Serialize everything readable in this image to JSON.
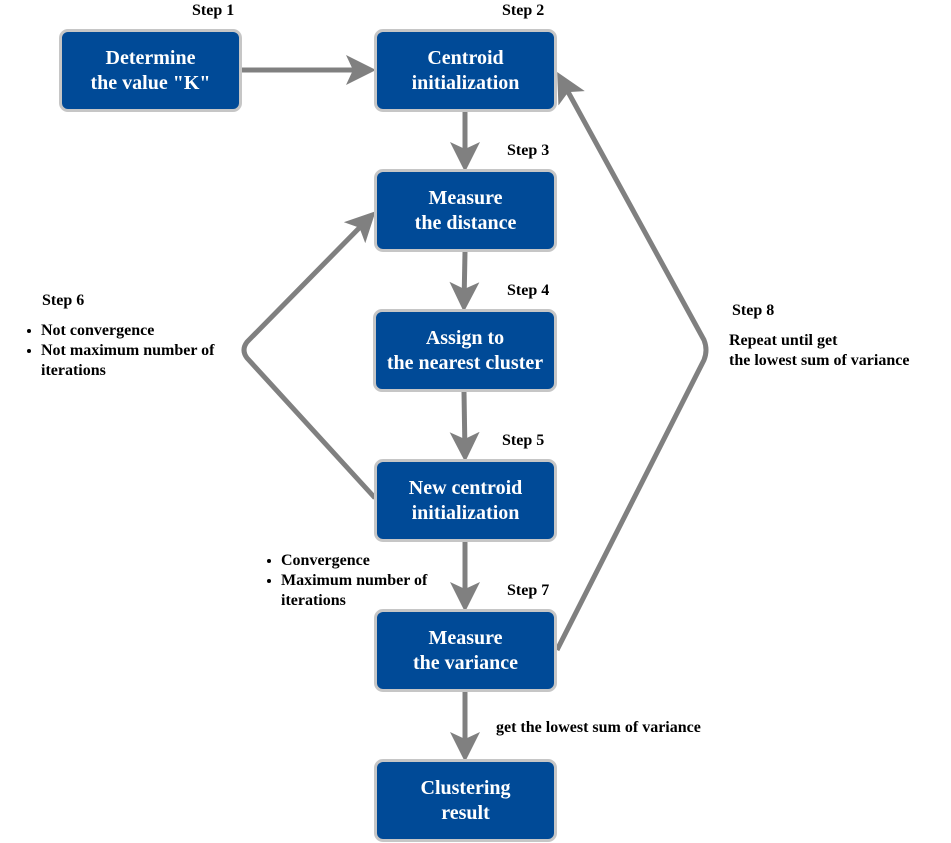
{
  "steps": {
    "s1": {
      "label": "Step 1",
      "line1": "Determine",
      "line2": "the value \"K\""
    },
    "s2": {
      "label": "Step 2",
      "line1": "Centroid",
      "line2": "initialization"
    },
    "s3": {
      "label": "Step 3",
      "line1": "Measure",
      "line2": "the distance"
    },
    "s4": {
      "label": "Step 4",
      "line1": "Assign to",
      "line2": "the nearest cluster"
    },
    "s5": {
      "label": "Step 5",
      "line1": "New centroid",
      "line2": "initialization"
    },
    "s6": {
      "label": "Step 6"
    },
    "s7": {
      "label": "Step 7",
      "line1": "Measure",
      "line2": "the variance"
    },
    "s8": {
      "label": "Step 8"
    },
    "result": {
      "line1": "Clustering",
      "line2": "result"
    }
  },
  "step6_conditions": [
    "Not convergence",
    "Not maximum number of",
    "iterations"
  ],
  "step7_conditions": [
    "Convergence",
    "Maximum number of",
    "iterations"
  ],
  "step8_note": {
    "line1": "Repeat until get",
    "line2": "the lowest sum of variance"
  },
  "final_note": "get the lowest sum of variance",
  "colors": {
    "box_fill": "#004a97",
    "box_border": "#c6c6c6",
    "arrow": "#808080",
    "box_text": "#ffffff"
  }
}
